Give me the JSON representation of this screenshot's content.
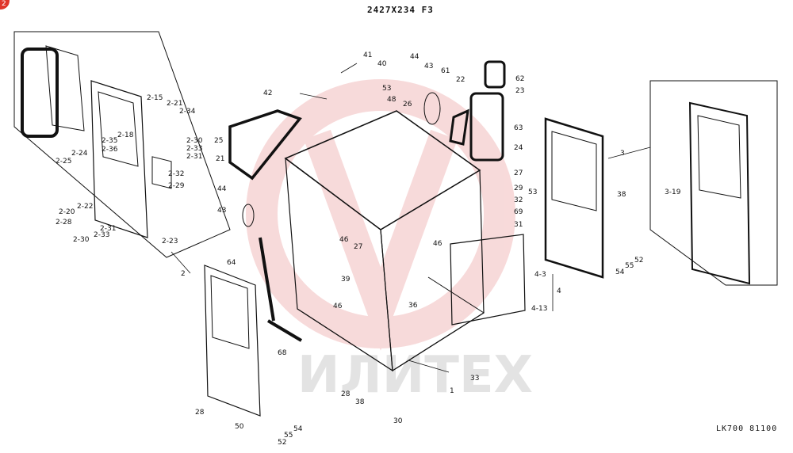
{
  "header": {
    "drawing_number": "2427X234 F3",
    "reference_code": "LK700 81100",
    "badge": "2"
  },
  "watermark": {
    "text": "ИЛИТЕХ",
    "color": "#e8a0a0"
  },
  "colors": {
    "line": "#111111",
    "watermark": "#f2bcbc"
  },
  "callouts": {
    "left_panel": [
      "2-15",
      "2-21",
      "2-34",
      "2-18",
      "2-35",
      "2-36",
      "2-30",
      "2-33",
      "2-31",
      "2-32",
      "2-29",
      "2-24",
      "2-25",
      "2-20",
      "2-22",
      "2-28",
      "2-31",
      "2-30",
      "2-33",
      "2-23",
      "2"
    ],
    "center": [
      "41",
      "40",
      "53",
      "42",
      "48",
      "44",
      "43",
      "61",
      "22",
      "62",
      "23",
      "26",
      "63",
      "24",
      "25",
      "21",
      "27",
      "29",
      "32",
      "69",
      "31",
      "44",
      "43",
      "46",
      "27",
      "46",
      "39",
      "64",
      "46",
      "36",
      "4-3",
      "4",
      "4-13",
      "33",
      "1",
      "28",
      "38",
      "30",
      "68",
      "28",
      "50",
      "54",
      "55",
      "52"
    ],
    "right_panel": [
      "3",
      "38",
      "53",
      "3-19",
      "52",
      "54",
      "55"
    ]
  }
}
